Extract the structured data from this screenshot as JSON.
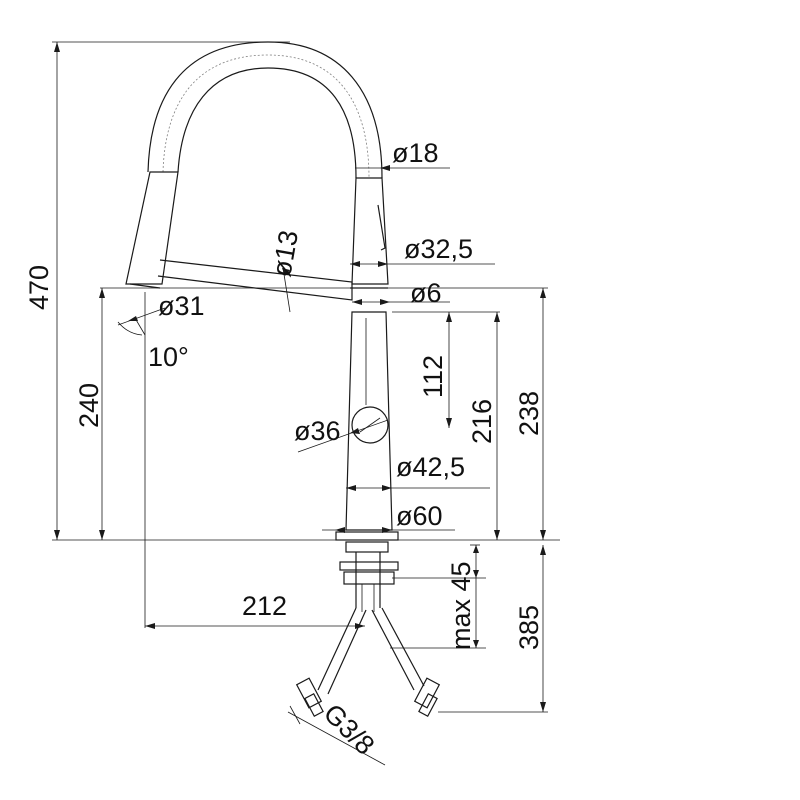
{
  "dimensions": {
    "height_total": "470",
    "spout_height": "240",
    "body_height": "238",
    "lever_height": "216",
    "body_upper": "112",
    "under_counter": "385",
    "counter_max": "max 45",
    "reach": "212",
    "hose_dia": "ø18",
    "head_dia": "ø31",
    "body_top_dia": "ø32,5",
    "arm_dia": "ø13",
    "arm_ring": "ø6",
    "handle_dia": "ø36",
    "body_dia": "ø42,5",
    "base_dia": "ø60",
    "angle": "10°",
    "thread": "G3/8"
  }
}
